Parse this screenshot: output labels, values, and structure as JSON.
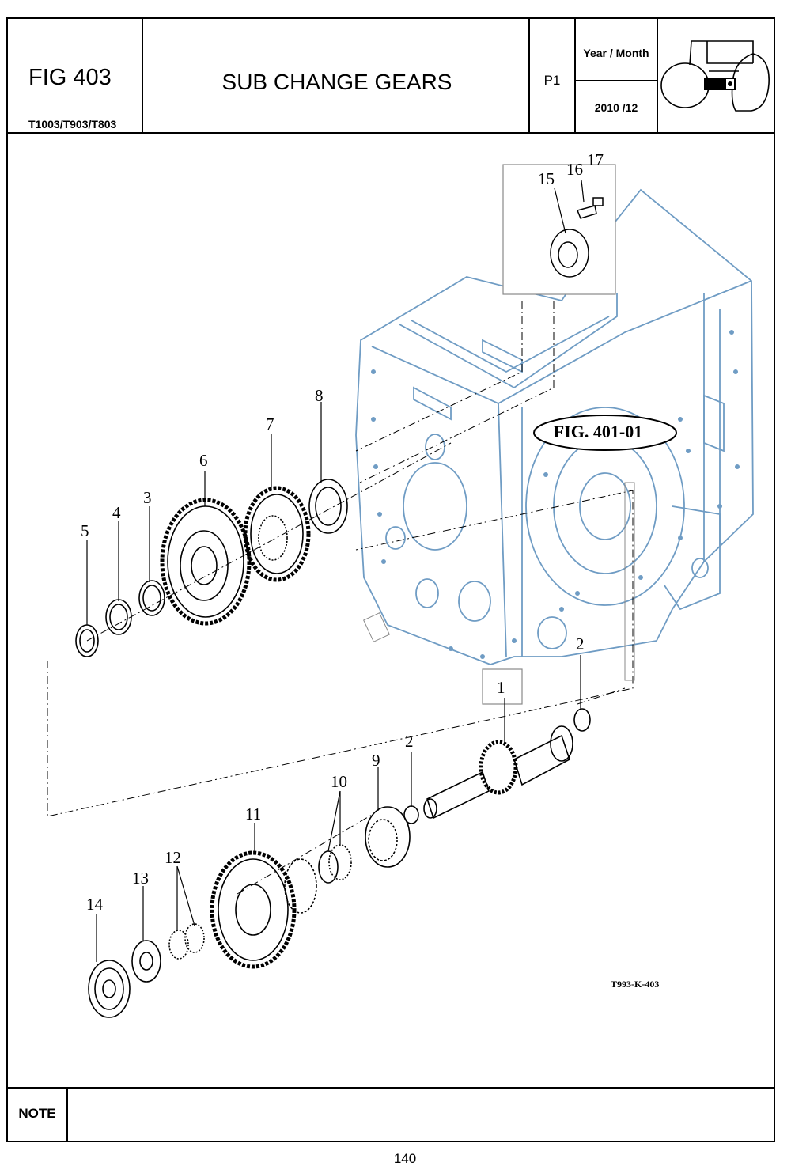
{
  "header": {
    "figure_number": "FIG 403",
    "models": "T1003/T903/T803",
    "title": "SUB CHANGE GEARS",
    "page_code": "P1",
    "year_month_label": "Year / Month",
    "year_month_value": "2010 /12"
  },
  "diagram": {
    "reference_label": "FIG. 401-01",
    "drawing_code": "T993-K-403",
    "callouts": [
      "1",
      "2",
      "2",
      "3",
      "4",
      "5",
      "6",
      "7",
      "8",
      "9",
      "10",
      "11",
      "12",
      "13",
      "14",
      "15",
      "16",
      "17"
    ],
    "line_color": "#6f9cc4",
    "icon": "tractor-icon"
  },
  "footer": {
    "note_label": "NOTE",
    "page_number": "140"
  }
}
